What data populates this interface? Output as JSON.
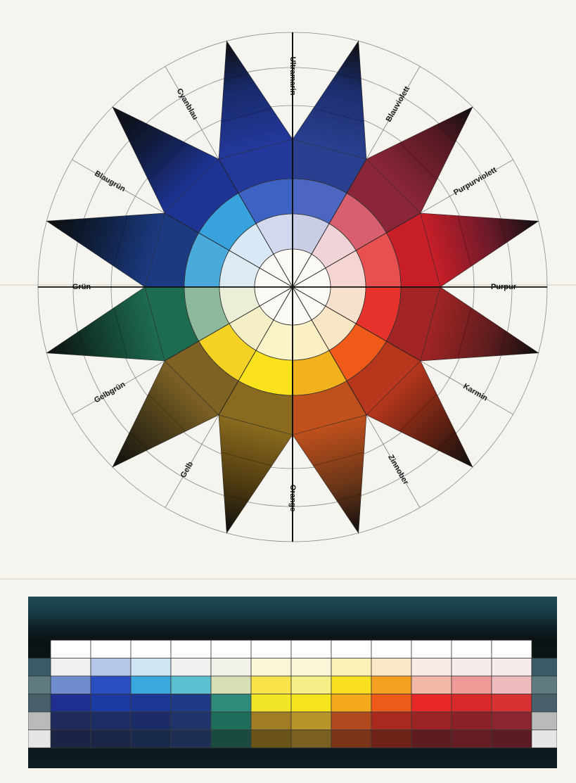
{
  "wheel": {
    "labels": [
      "Blauviolett",
      "Purpurviolett",
      "Purpur",
      "Karmin",
      "Zinnober",
      "Orange",
      "Gelb",
      "Gelbgrün",
      "Grün",
      "Blaugrün",
      "Cyanblau",
      "Ultramarin"
    ],
    "hues": [
      [
        "#1c2e6e",
        "#2a3f90",
        "#4c66c2",
        "#c9cde6"
      ],
      [
        "#5c1a26",
        "#8a2638",
        "#d8606e",
        "#f1d2d6"
      ],
      [
        "#6a1a2a",
        "#c81e28",
        "#e85050",
        "#f6d4d2"
      ],
      [
        "#5e1d1e",
        "#a22424",
        "#e6322a",
        "#f7e0cc"
      ],
      [
        "#5c2012",
        "#b8361c",
        "#f05a18",
        "#f8e6c4"
      ],
      [
        "#6a3618",
        "#c0501c",
        "#f2b21c",
        "#faf0c4"
      ],
      [
        "#4e3a10",
        "#8a6a1e",
        "#fae31c",
        "#fbf4c8"
      ],
      [
        "#3e3418",
        "#7e6224",
        "#f4d224",
        "#f5efc8"
      ],
      [
        "#123a2a",
        "#1e6c50",
        "#8eb89a",
        "#ecefd8"
      ],
      [
        "#0f1e3a",
        "#1c3a82",
        "#4aaadc",
        "#dcebf2"
      ],
      [
        "#101a3a",
        "#1e3494",
        "#38a2de",
        "#d8e8f4"
      ],
      [
        "#182a6a",
        "#24389c",
        "#3c62c4",
        "#d2d8ee"
      ]
    ]
  },
  "chart_grid": {
    "rows": [
      [
        "#ffffff",
        "#ffffff",
        "#ffffff",
        "#ffffff",
        "#ffffff",
        "#ffffff",
        "#ffffff",
        "#ffffff",
        "#ffffff",
        "#ffffff",
        "#ffffff",
        "#ffffff"
      ],
      [
        "#eef0f2",
        "#b6c6e8",
        "#cfe5f2",
        "#f0f2f0",
        "#f3f2ea",
        "#fbf6d8",
        "#fbf6d8",
        "#fbf0b8",
        "#fbe6c8",
        "#f8ece8",
        "#f6ecec",
        "#f6ecec"
      ],
      [
        "#6f8ccc",
        "#2a4fc2",
        "#3aa8de",
        "#5cc0d0",
        "#d6dfb6",
        "#f8e44a",
        "#f6ee86",
        "#f8e020",
        "#f5a020",
        "#f2b8a8",
        "#ee9a96",
        "#eebcbc"
      ],
      [
        "#1f2f8f",
        "#1c3aa4",
        "#1b3894",
        "#1f3a86",
        "#2e8a7a",
        "#f3e528",
        "#f5e31e",
        "#f4a81c",
        "#ee5a18",
        "#e82828",
        "#d82a2a",
        "#d63232"
      ],
      [
        "#1e2b5a",
        "#1e2e64",
        "#1c2c66",
        "#20346c",
        "#1e6c5a",
        "#a07c26",
        "#b8942a",
        "#b04a1e",
        "#a82a1e",
        "#9a2424",
        "#8c2228",
        "#8a2630"
      ],
      [
        "#1a2444",
        "#1a2646",
        "#1a2a4c",
        "#1e2f56",
        "#1a4a40",
        "#6a5418",
        "#7a6020",
        "#7a3418",
        "#6e2218",
        "#5e1c1e",
        "#641e24",
        "#5c1c24"
      ]
    ],
    "side_left": [
      "#3b5a66",
      "#5f7a80",
      "#48606a",
      "#b9bbbb",
      "#e6e6e6"
    ],
    "side_right": [
      "#3b5a66",
      "#5f7a80",
      "#48606a",
      "#b9bbbb",
      "#e6e6e6"
    ]
  }
}
